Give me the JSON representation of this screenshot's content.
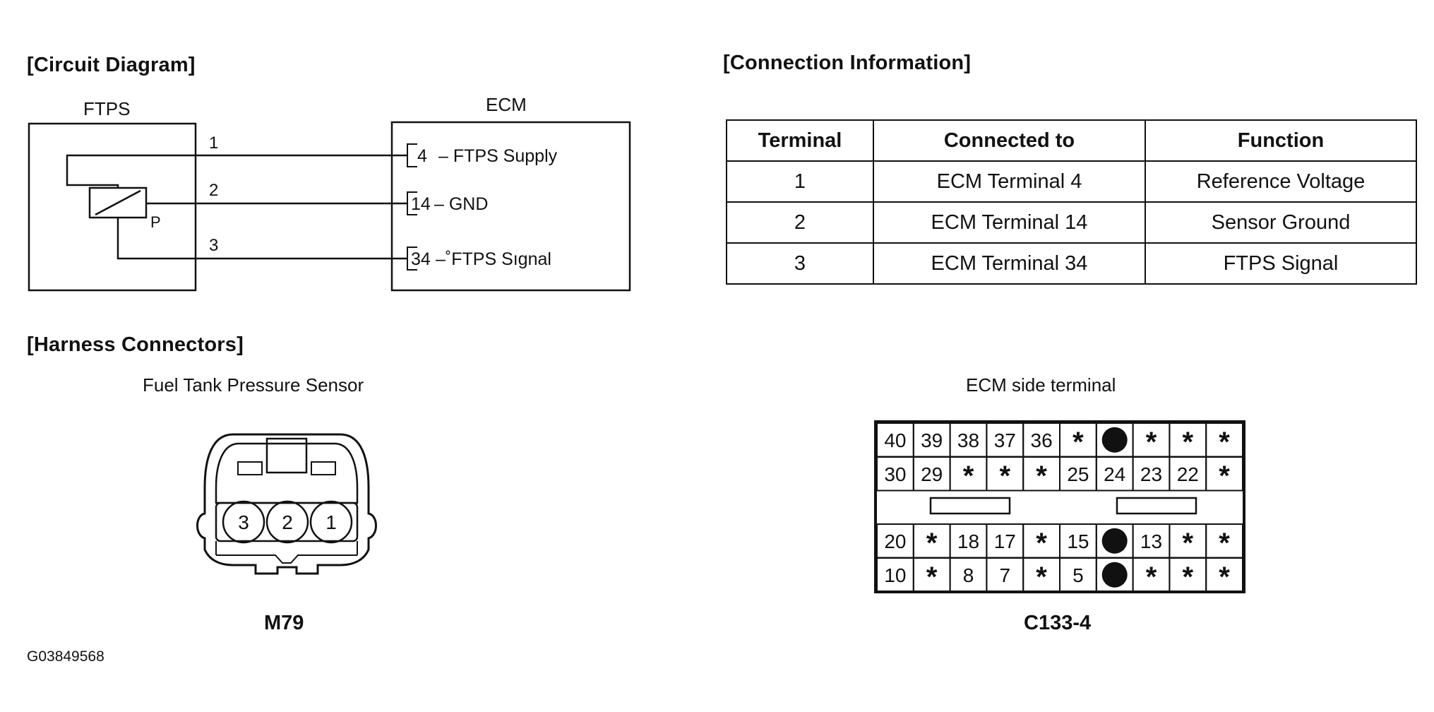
{
  "headings": {
    "circuit": "[Circuit Diagram]",
    "connection": "[Connection Information]",
    "harness": "[Harness Connectors]"
  },
  "circuit": {
    "left_box": "FTPS",
    "right_box": "ECM",
    "sensor_mark": "P",
    "wires": [
      {
        "num": "1",
        "pin": "4",
        "label": "– FTPS Supply"
      },
      {
        "num": "2",
        "pin": "14",
        "label": "– GND"
      },
      {
        "num": "3",
        "pin": "34",
        "label": "–˚FTPS Sıgnal"
      }
    ]
  },
  "connection_table": {
    "headers": [
      "Terminal",
      "Connected to",
      "Function"
    ],
    "rows": [
      [
        "1",
        "ECM Terminal 4",
        "Reference Voltage"
      ],
      [
        "2",
        "ECM Terminal 14",
        "Sensor Ground"
      ],
      [
        "3",
        "ECM Terminal 34",
        "FTPS Signal"
      ]
    ]
  },
  "harness": {
    "sensor_title": "Fuel Tank Pressure Sensor",
    "sensor_code": "M79",
    "sensor_pins": [
      "3",
      "2",
      "1"
    ],
    "ecm_title": "ECM side terminal",
    "ecm_code": "C133-4",
    "ecm_rows": [
      [
        "40",
        "39",
        "38",
        "37",
        "36",
        "*",
        "●",
        "*",
        "*",
        "*"
      ],
      [
        "30",
        "29",
        "*",
        "*",
        "*",
        "25",
        "24",
        "23",
        "22",
        "*"
      ],
      [
        "20",
        "*",
        "18",
        "17",
        "*",
        "15",
        "●",
        "13",
        "*",
        "*"
      ],
      [
        "10",
        "*",
        "8",
        "7",
        "*",
        "5",
        "●",
        "*",
        "*",
        "*"
      ]
    ]
  },
  "figure_id": "G03849568"
}
